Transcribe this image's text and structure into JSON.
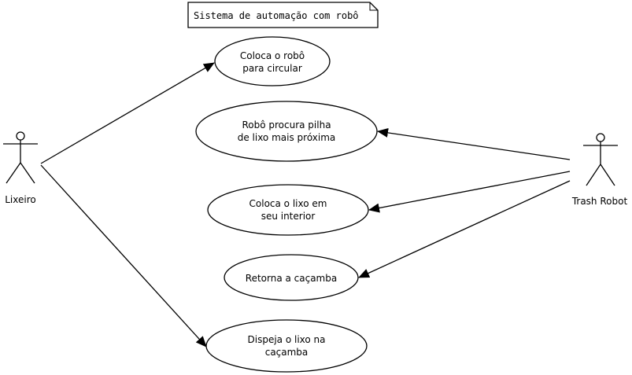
{
  "note": {
    "text": "Sistema de automação com robô"
  },
  "actors": {
    "lixeiro": {
      "label": "Lixeiro"
    },
    "trash_robot": {
      "label": "Trash Robot"
    }
  },
  "use_cases": [
    {
      "lines": [
        "Coloca o robô",
        "para circular"
      ]
    },
    {
      "lines": [
        "Robô procura pilha",
        "de lixo mais próxima"
      ]
    },
    {
      "lines": [
        "Coloca o lixo em",
        "seu interior"
      ]
    },
    {
      "lines": [
        "Retorna a caçamba"
      ]
    },
    {
      "lines": [
        "Dispeja o lixo na",
        "caçamba"
      ]
    }
  ]
}
